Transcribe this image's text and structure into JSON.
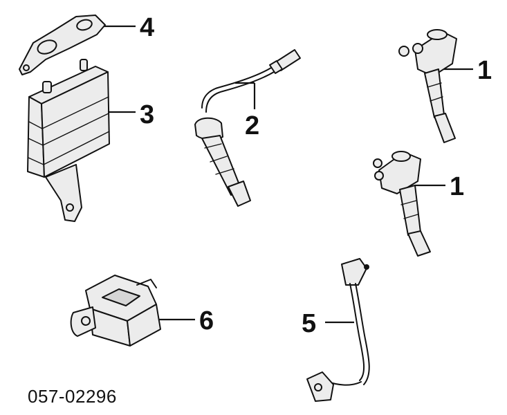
{
  "callouts": {
    "ignition_coil_upper": "1",
    "ignition_coil_lower": "1",
    "spark_plug_wire": "2",
    "control_module": "3",
    "mounting_bracket": "4",
    "sensor_harness": "5",
    "sensor_block": "6"
  },
  "reference_number": "057-02296"
}
